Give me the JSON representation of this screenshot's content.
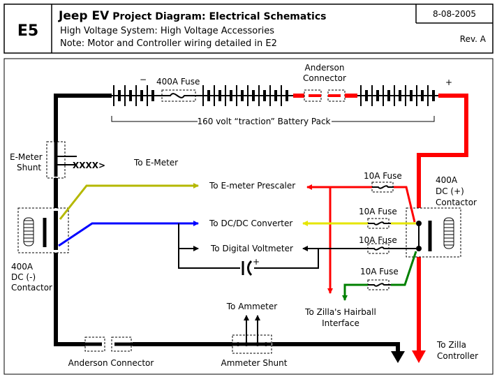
{
  "header": {
    "sheet_id": "E5",
    "title_bold": "Jeep EV",
    "title_rest": "Project Diagram: Electrical Schematics",
    "subtitle": "High Voltage System: High Voltage Accessories",
    "note": "Note: Motor and Controller wiring detailed in E2",
    "date": "8-08-2005",
    "revision": "Rev. A"
  },
  "labels": {
    "fuse_400a": "400A Fuse",
    "anderson_top_1": "Anderson",
    "anderson_top_2": "Connector",
    "minus": "−",
    "plus": "+",
    "pack": "160 volt “traction” Battery Pack",
    "emeter_shunt_1": "E-Meter",
    "emeter_shunt_2": "Shunt",
    "xxxx": "XXXX>",
    "to_emeter": "To E-Meter",
    "to_prescaler": "To E-meter Prescaler",
    "to_dcdc": "To DC/DC Converter",
    "to_voltmeter": "To Digital Voltmeter",
    "fuse_10a_1": "10A Fuse",
    "fuse_10a_2": "10A Fuse",
    "fuse_10a_3": "10A Fuse",
    "fuse_10a_4": "10A Fuse",
    "pos_contactor_1": "400A",
    "pos_contactor_2": "DC (+)",
    "pos_contactor_3": "Contactor",
    "neg_contactor_1": "400A",
    "neg_contactor_2": "DC (-)",
    "neg_contactor_3": "Contactor",
    "cap_plus": "+",
    "to_ammeter": "To Ammeter",
    "hairball_1": "To Zilla's Hairball",
    "hairball_2": "Interface",
    "zilla_1": "To Zilla",
    "zilla_2": "Controller",
    "anderson_bottom": "Anderson Connector",
    "ammeter_shunt": "Ammeter Shunt"
  },
  "colors": {
    "negative_wire": "#000000",
    "positive_wire": "#ff0000",
    "prescaler_wire": "#b5b800",
    "dcdc_wire": "#0000ff",
    "dcdc_return_wire": "#e6e600",
    "hairball_wire": "#008000"
  }
}
